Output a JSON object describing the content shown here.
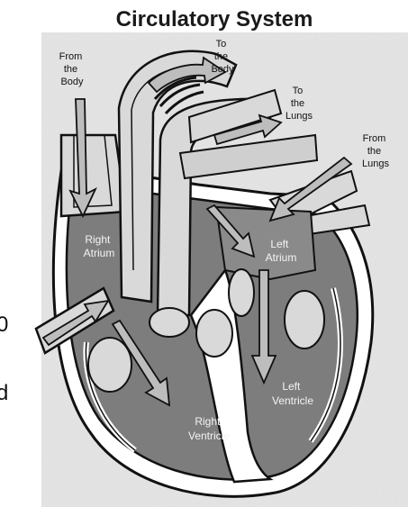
{
  "title": "Circulatory System",
  "labels": {
    "from_body": [
      "From",
      "the",
      "Body"
    ],
    "to_body": [
      "To",
      "the",
      "Body"
    ],
    "to_lungs": [
      "To",
      "the",
      "Lungs"
    ],
    "from_lungs": [
      "From",
      "the",
      "Lungs"
    ],
    "right_atrium": [
      "Right",
      "Atrium"
    ],
    "left_atrium": [
      "Left",
      "Atrium"
    ],
    "right_ventricle": [
      "Right",
      "Ventricle"
    ],
    "left_ventricle": [
      "Left",
      "Ventricle"
    ]
  },
  "edge_glyphs": [
    "0",
    "d"
  ],
  "colors": {
    "heart_fill": "#7d7d7d",
    "vessel_fill": "#d9d9d9",
    "backdrop": "#e8e8e8",
    "outline": "#111111",
    "arrow": "#bdbdbd"
  }
}
